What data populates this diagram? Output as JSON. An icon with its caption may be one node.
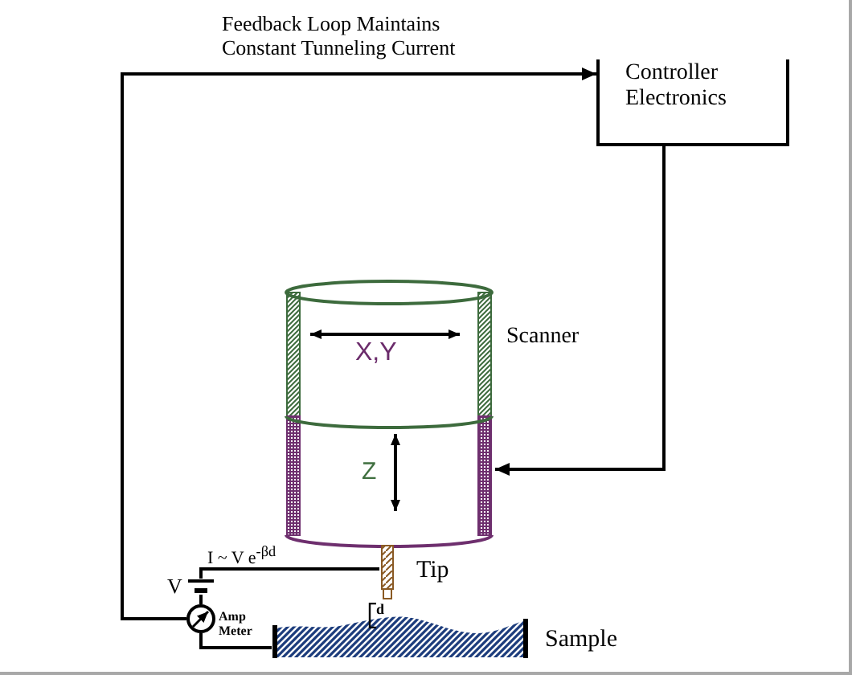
{
  "diagram": {
    "nodes": [
      {
        "text": [
          "Controller Electronics"
        ]
      },
      {
        "text": [
          "X,Y",
          "Z"
        ],
        "beside": [
          "Scanner"
        ]
      },
      {
        "text": [],
        "shape": "bar",
        "beside": [
          "Tip"
        ]
      },
      {
        "text": [],
        "shape": "battery",
        "beside": [
          "V"
        ]
      },
      {
        "text": [],
        "shape": "circle",
        "beside": [
          "Amp Meter"
        ]
      },
      {
        "text": [],
        "shape": "box",
        "beside": [
          "Sample"
        ]
      }
    ],
    "edges": [
      {
        "from": 4,
        "to": 0,
        "arrow": "to",
        "label": "Feedback Loop Maintains Constant Tunneling Current"
      },
      {
        "from": 0,
        "to": 1,
        "arrow": "to"
      },
      {
        "from": 2,
        "to": 3,
        "arrow": "none"
      },
      {
        "from": 3,
        "to": 4,
        "arrow": "none"
      },
      {
        "from": 4,
        "to": 5,
        "arrow": "none"
      }
    ],
    "labels": [
      "I ~ V e$^{-βd}$",
      "d"
    ]
  }
}
